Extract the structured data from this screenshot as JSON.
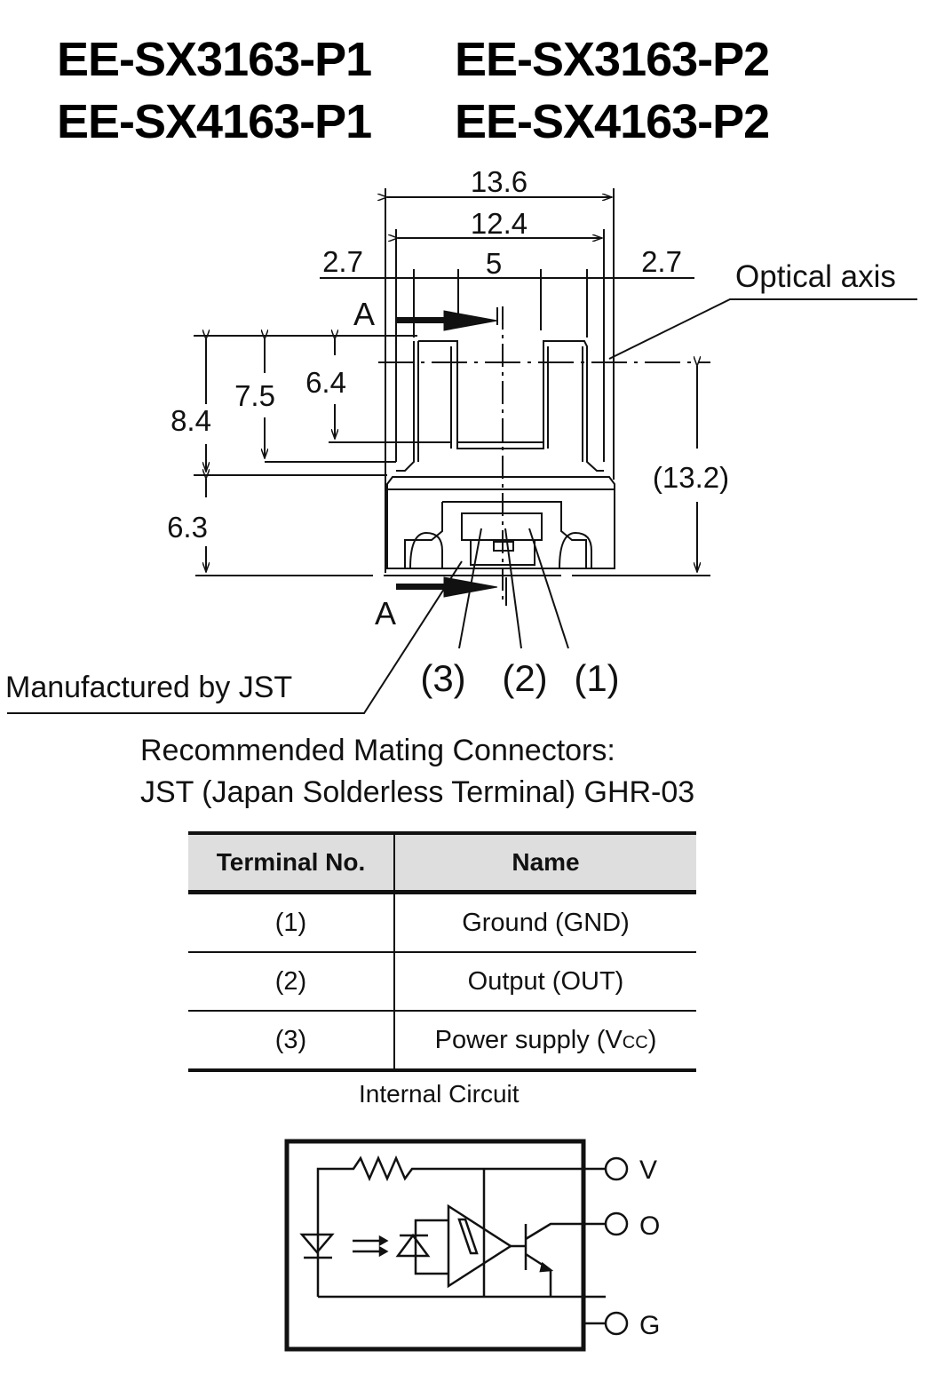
{
  "titles": {
    "row1": [
      "EE-SX3163-P1",
      "EE-SX3163-P2"
    ],
    "row2": [
      "EE-SX4163-P1",
      "EE-SX4163-P2"
    ]
  },
  "drawing": {
    "dimensions": {
      "overall_width": "13.6",
      "inner_width": "12.4",
      "left_arm": "2.7",
      "slot_width": "5",
      "right_arm": "2.7",
      "total_height_top": "8.4",
      "arm_height": "7.5",
      "slot_depth": "6.4",
      "base_height": "6.3",
      "optical_axis_height": "(13.2)"
    },
    "section_label_top": "A",
    "section_label_bottom": "A",
    "optical_axis_label": "Optical axis",
    "manufacturer_label": "Manufactured by JST",
    "pin_labels": [
      "(3)",
      "(2)",
      "(1)"
    ]
  },
  "mating": {
    "line1": "Recommended Mating Connectors:",
    "line2": "JST (Japan Solderless Terminal) GHR-03"
  },
  "terminal_table": {
    "headers": [
      "Terminal No.",
      "Name"
    ],
    "rows": [
      {
        "no": "(1)",
        "name": "Ground (GND)",
        "sub": ""
      },
      {
        "no": "(2)",
        "name": "Output (OUT)",
        "sub": ""
      },
      {
        "no": "(3)",
        "name": "Power supply (V",
        "sub": "CC",
        "tail": ")"
      }
    ]
  },
  "circuit": {
    "title": "Internal Circuit",
    "terminals": [
      "V",
      "O",
      "G"
    ]
  }
}
